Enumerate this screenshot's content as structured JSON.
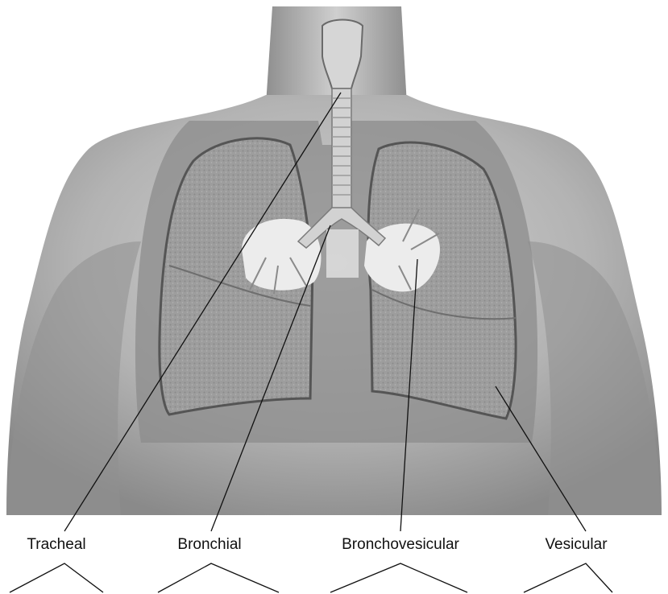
{
  "figure": {
    "description_role": "anatomical diagram of the human chest showing lungs and airways",
    "labels": [
      {
        "id": "tracheal",
        "text": "Tracheal"
      },
      {
        "id": "bronchial",
        "text": "Bronchial"
      },
      {
        "id": "bronchovesicular",
        "text": "Bronchovesicular"
      },
      {
        "id": "vesicular",
        "text": "Vesicular"
      }
    ]
  },
  "colors": {
    "background": "#ffffff",
    "skin_light": "#c9c9c9",
    "skin_mid": "#a8a8a8",
    "skin_dark": "#7e7e7e",
    "pleura": "#8c8c8c",
    "lung_tissue": "#9a9a9a",
    "lung_border": "#555555",
    "airway": "#d8d8d8",
    "heart_vessels": "#eeeeee",
    "leader_line": "#111111"
  }
}
